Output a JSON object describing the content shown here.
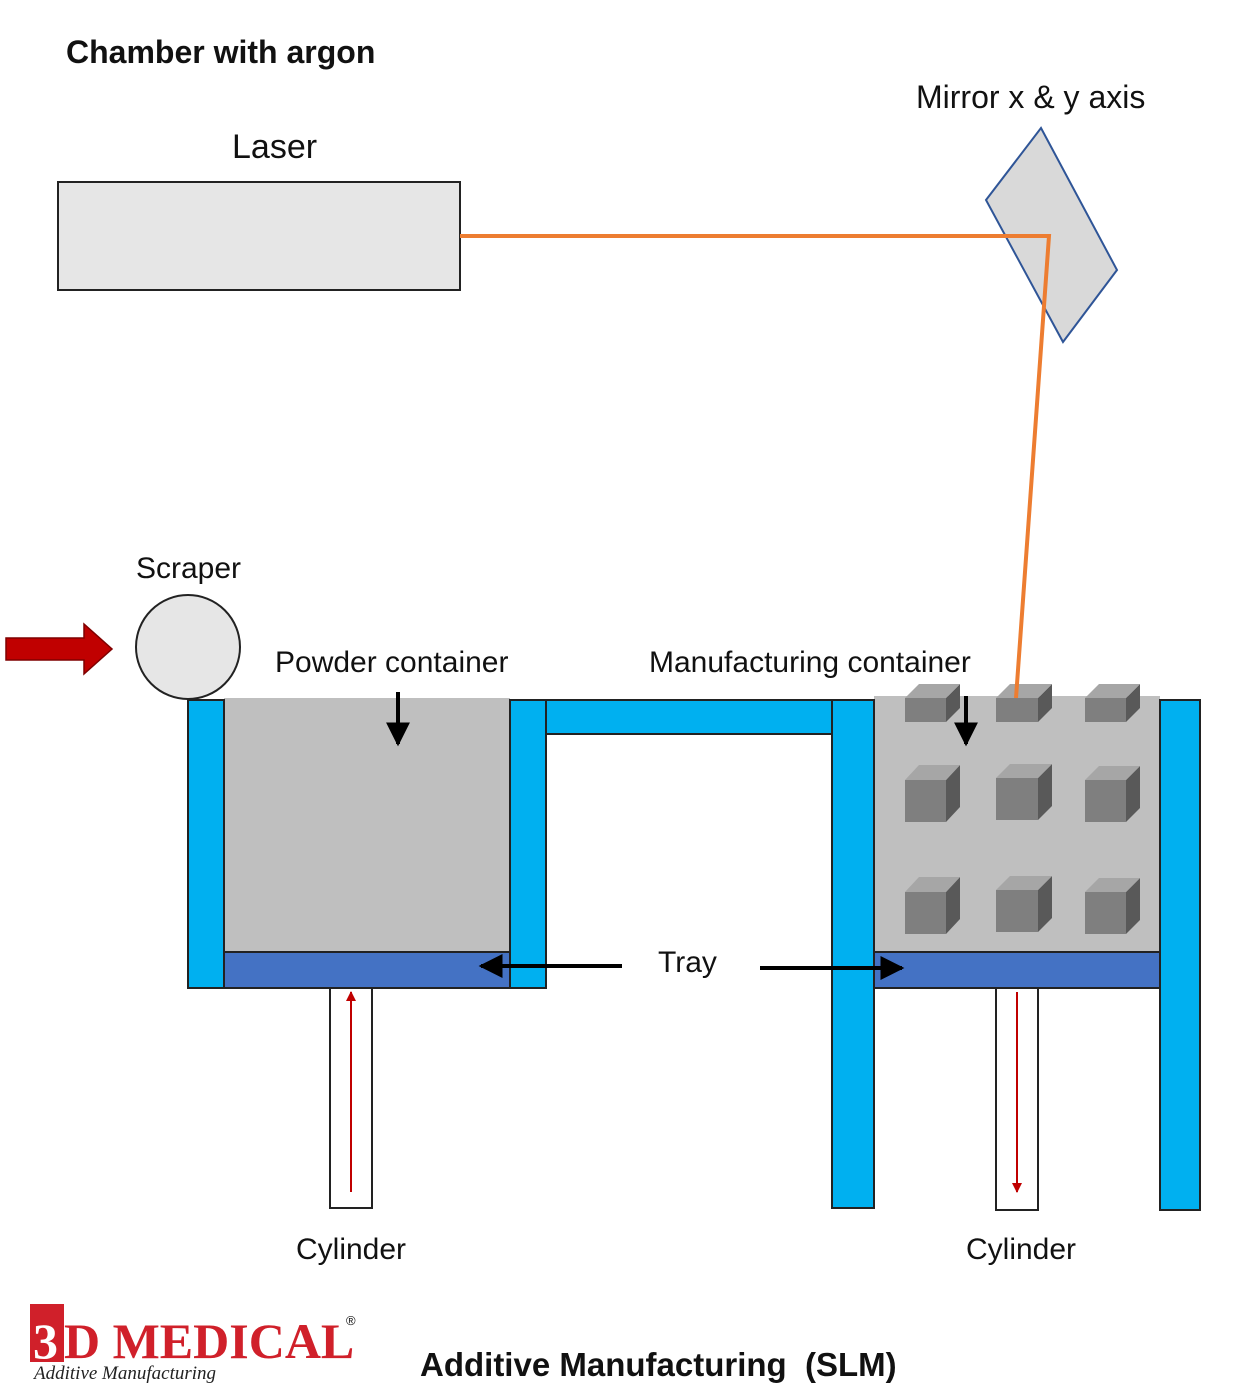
{
  "labels": {
    "chamber": "Chamber with argon",
    "laser": "Laser",
    "mirror": "Mirror x & y axis",
    "scraper": "Scraper",
    "powder_container": "Powder container",
    "manufacturing_container": "Manufacturing container",
    "tray": "Tray",
    "cylinder_left": "Cylinder",
    "cylinder_right": "Cylinder",
    "caption": "Additive Manufacturing  (SLM)"
  },
  "logo": {
    "prefix": "3",
    "main": "D MEDICAL",
    "registered": "®",
    "subtitle": "Additive Manufacturing"
  },
  "colors": {
    "wall": "#00b0f0",
    "tray": "#4472c4",
    "powder": "#bfbfbf",
    "laser_beam": "#ed7d31",
    "laser_body": "#e6e6e6",
    "mirror": "#d9d9d9",
    "mirror_outline": "#2f5597",
    "push_arrow": "#c00000",
    "cylinder_arrow": "#c00000",
    "logo_red": "#d0202a"
  }
}
